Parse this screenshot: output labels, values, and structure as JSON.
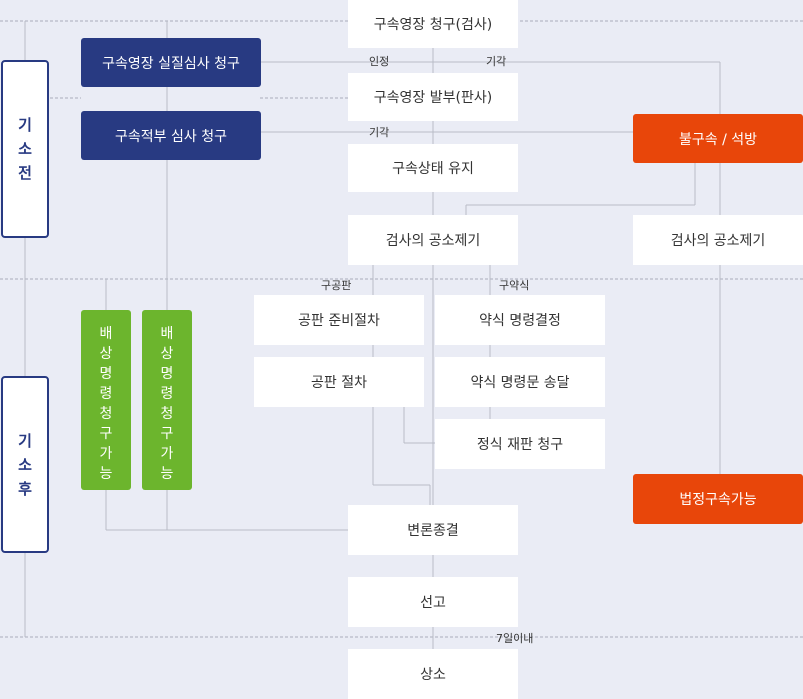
{
  "phases": {
    "before": "기소전",
    "after": "기소후"
  },
  "nodes": {
    "request_warrant": "구속영장 청구(검사)",
    "warrant_review": "구속영장 실질심사 청구",
    "issue_warrant": "구속영장 발부(판사)",
    "detention_review": "구속적부 심사 청구",
    "release": "불구속 / 석방",
    "keep_detention": "구속상태 유지",
    "indict_1": "검사의 공소제기",
    "indict_2": "검사의 공소제기",
    "compensation_1": "배상명령청구가능",
    "compensation_2": "배상명령청구가능",
    "trial_prep": "공판 준비절차",
    "trial": "공판 절차",
    "summary_order": "약식 명령결정",
    "summary_delivery": "약식 명령문 송달",
    "formal_trial": "정식 재판 청구",
    "bail": "법정구속가능",
    "closing": "변론종결",
    "sentence": "선고",
    "appeal": "상소"
  },
  "edge_labels": {
    "approved": "인정",
    "rejected_1": "기각",
    "rejected_2": "기각",
    "public_trial": "구공판",
    "summary": "구약식",
    "within_7_days": "7일이내"
  },
  "colors": {
    "background": "#eaecf5",
    "navy": "#283a82",
    "orange": "#e8460a",
    "green": "#6cb52d",
    "line": "#b9bcc6"
  }
}
